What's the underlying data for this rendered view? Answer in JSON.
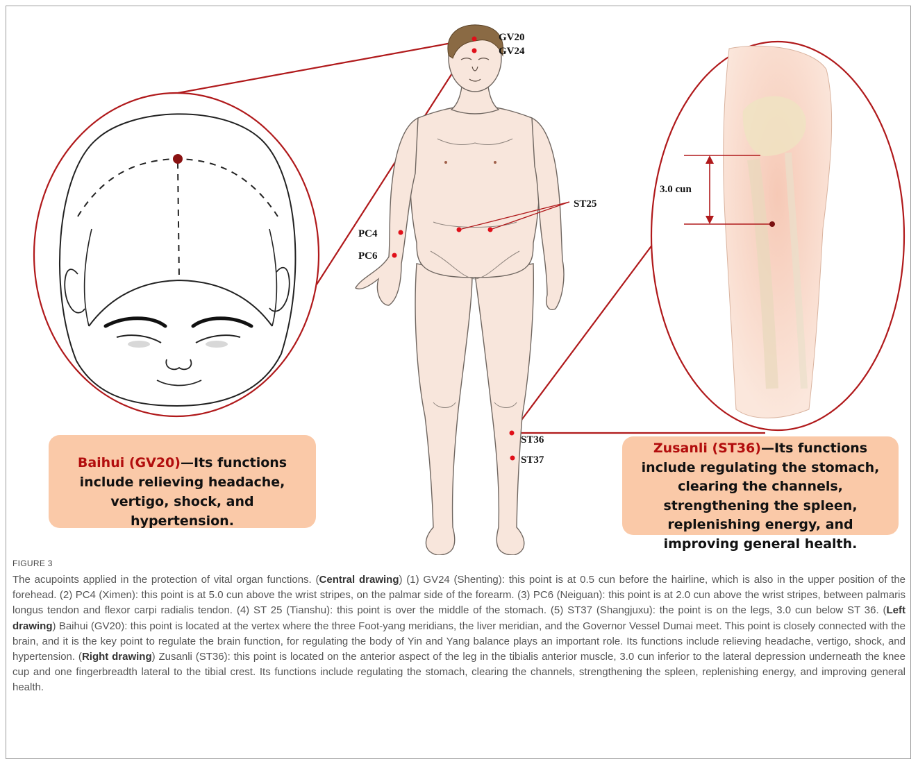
{
  "points": {
    "gv20": "GV20",
    "gv24": "GV24",
    "pc4": "PC4",
    "pc6": "PC6",
    "st25": "ST25",
    "st36": "ST36",
    "st37": "ST37"
  },
  "leg_measure": "3.0 cun",
  "callout_left": {
    "title": "Baihui (GV20)",
    "body": "—Its functions include relieving headache, vertigo, shock, and hypertension."
  },
  "callout_right": {
    "title": "Zusanli (ST36)",
    "body": "—Its functions include regulating the stomach, clearing the channels, strengthening the spleen, replenishing energy, and improving general health."
  },
  "caption": {
    "label": "FIGURE 3",
    "intro": "The acupoints applied in the protection of vital organ functions. (",
    "central_heading": "Central drawing",
    "central_text": ") (1) GV24 (Shenting): this point is at 0.5 cun before the hairline, which is also in the upper position of the forehead. (2) PC4 (Ximen): this point is at 5.0 cun above the wrist stripes, on the palmar side of the forearm. (3) PC6 (Neiguan): this point is at 2.0 cun above the wrist stripes, between palmaris longus tendon and flexor carpi radialis tendon. (4) ST 25 (Tianshu): this point is over the middle of the stomach. (5) ST37 (Shangjuxu): the point is on the legs, 3.0 cun below ST 36. (",
    "left_heading": "Left drawing",
    "left_text": ") Baihui (GV20): this point is located at the vertex where the three Foot-yang meridians, the liver meridian, and the Governor Vessel Dumai meet. This point is closely connected with the brain, and it is the key point to regulate the brain function, for regulating the body of Yin and Yang balance plays an important role. Its functions include relieving headache, vertigo, shock, and hypertension. (",
    "right_heading": "Right drawing",
    "right_text": ") Zusanli (ST36): this point is located on the anterior aspect of the leg in the tibialis anterior muscle, 3.0 cun inferior to the lateral depression underneath the knee cup and one fingerbreadth lateral to the tibial crest. Its functions include regulating the stomach, clearing the channels, strengthening the spleen, replenishing energy, and improving general health."
  },
  "colors": {
    "accent_red": "#b20d0d",
    "point_red": "#e0101a",
    "callout_bg": "#fac9a8",
    "skin": "#f8e6dc",
    "hair": "#8a6a44"
  }
}
